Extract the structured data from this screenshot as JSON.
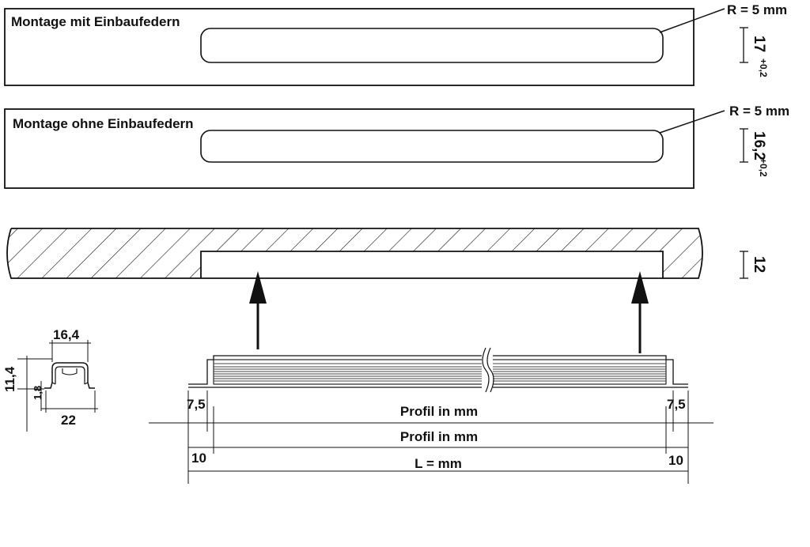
{
  "panel_top": {
    "label": "Montage mit Einbaufedern",
    "radius": "R = 5 mm",
    "dim": "17",
    "tol": "+0,2"
  },
  "panel_mid": {
    "label": "Montage ohne Einbaufedern",
    "radius": "R = 5 mm",
    "dim": "16,2",
    "tol": "+0,2"
  },
  "section": {
    "dim": "12"
  },
  "profile_small": {
    "width_top": "16,4",
    "height": "11,4",
    "inner": "1,8",
    "width_bottom": "22"
  },
  "length_dims": {
    "left_offset": "7,5",
    "right_offset": "7,5",
    "profil_upper": "Profil in mm",
    "profil_lower": "Profil in mm",
    "left_end": "10",
    "right_end": "10",
    "total": "L = mm"
  }
}
